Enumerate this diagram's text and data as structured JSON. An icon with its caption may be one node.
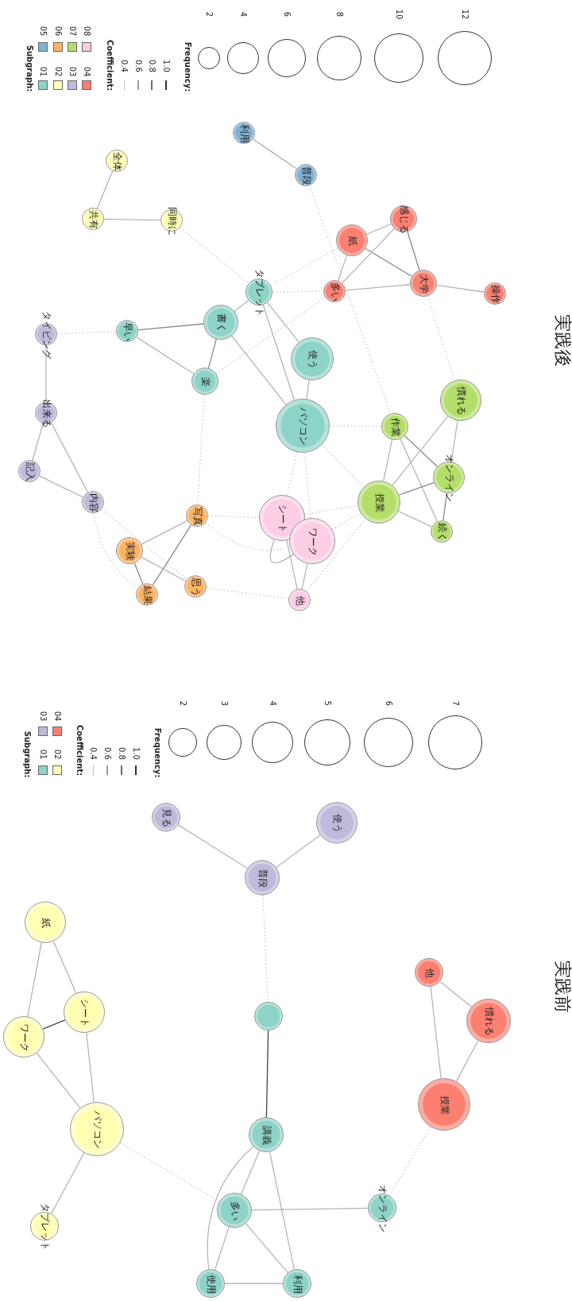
{
  "diagram": {
    "nodes": [
      {
        "text": [
          "利用"
        ]
      },
      {
        "text": [
          "普段"
        ]
      },
      {
        "text": [
          "全体"
        ]
      },
      {
        "text": [
          "共有"
        ]
      },
      {
        "text": [
          "同時に"
        ]
      },
      {
        "text": [
          "紙"
        ]
      },
      {
        "text": [
          "感じる"
        ]
      },
      {
        "text": [
          "多い"
        ]
      },
      {
        "text": [
          "大学"
        ]
      },
      {
        "text": [
          "操作"
        ]
      },
      {
        "text": [
          "タブレット"
        ]
      },
      {
        "text": [
          "書く"
        ]
      },
      {
        "text": [
          "早い"
        ]
      },
      {
        "text": [
          "タイピング"
        ]
      },
      {
        "text": [
          "楽"
        ]
      },
      {
        "text": [
          "使う"
        ]
      },
      {
        "text": [
          "パソコン"
        ]
      },
      {
        "text": [
          "出来る"
        ]
      },
      {
        "text": [
          "記入"
        ]
      },
      {
        "text": [
          "内容"
        ]
      },
      {
        "text": [
          "写真"
        ]
      },
      {
        "text": [
          "実験"
        ]
      },
      {
        "text": [
          "結果"
        ]
      },
      {
        "text": [
          "思う"
        ]
      },
      {
        "text": [
          "シート"
        ]
      },
      {
        "text": [
          "ワーク"
        ]
      },
      {
        "text": [
          "他"
        ]
      },
      {
        "text": [
          "作業"
        ]
      },
      {
        "text": [
          "慣れる"
        ]
      },
      {
        "text": [
          "授業"
        ]
      },
      {
        "text": [
          "オンライン"
        ]
      },
      {
        "text": [
          "続く"
        ]
      },
      {
        "text": [
          "見る"
        ]
      },
      {
        "text": [
          "使う"
        ]
      },
      {
        "text": [
          "普段"
        ]
      },
      {
        "text": [
          "紙"
        ]
      },
      {
        "text": [
          "シート"
        ]
      },
      {
        "text": [
          "ワーク"
        ]
      },
      {
        "text": [
          "パソコン"
        ]
      },
      {
        "text": [
          "タブレット"
        ]
      },
      {
        "text": [],
        "shape": "circle"
      },
      {
        "text": [
          "講義"
        ]
      },
      {
        "text": [
          "多い"
        ]
      },
      {
        "text": [
          "オンライン"
        ]
      },
      {
        "text": [
          "使用"
        ]
      },
      {
        "text": [
          "利用"
        ]
      },
      {
        "text": [
          "他"
        ]
      },
      {
        "text": [
          "慣れる"
        ]
      },
      {
        "text": [
          "授業"
        ]
      }
    ],
    "edges": [
      {
        "from": 0,
        "to": 1,
        "arrow": "none"
      },
      {
        "from": 2,
        "to": 3,
        "arrow": "none"
      },
      {
        "from": 3,
        "to": 4,
        "arrow": "none"
      },
      {
        "from": 5,
        "to": 6,
        "arrow": "none"
      },
      {
        "from": 5,
        "to": 7,
        "arrow": "none"
      },
      {
        "from": 5,
        "to": 8,
        "arrow": "none",
        "color": "#8a8a8a"
      },
      {
        "from": 6,
        "to": 7,
        "arrow": "none"
      },
      {
        "from": 6,
        "to": 8,
        "arrow": "none",
        "color": "#8a8a8a"
      },
      {
        "from": 7,
        "to": 8,
        "arrow": "none"
      },
      {
        "from": 8,
        "to": 9,
        "arrow": "none"
      },
      {
        "from": 10,
        "to": 11,
        "arrow": "none"
      },
      {
        "from": 11,
        "to": 12,
        "arrow": "none",
        "color": "#8a8a8a"
      },
      {
        "from": 11,
        "to": 14,
        "arrow": "none",
        "color": "#8a8a8a"
      },
      {
        "from": 12,
        "to": 14,
        "arrow": "none"
      },
      {
        "from": 11,
        "to": 16,
        "arrow": "none"
      },
      {
        "from": 10,
        "to": 16,
        "arrow": "none"
      },
      {
        "from": 10,
        "to": 15,
        "arrow": "none"
      },
      {
        "from": 15,
        "to": 16,
        "arrow": "none"
      },
      {
        "from": 13,
        "to": 17,
        "arrow": "none"
      },
      {
        "from": 17,
        "to": 18,
        "arrow": "none"
      },
      {
        "from": 17,
        "to": 19,
        "arrow": "none"
      },
      {
        "from": 18,
        "to": 19,
        "arrow": "none"
      },
      {
        "from": 20,
        "to": 21,
        "arrow": "none"
      },
      {
        "from": 20,
        "to": 22,
        "arrow": "none",
        "color": "#8a8a8a"
      },
      {
        "from": 21,
        "to": 22,
        "arrow": "none",
        "color": "#8a8a8a"
      },
      {
        "from": 21,
        "to": 23,
        "arrow": "none"
      },
      {
        "from": 24,
        "to": 26,
        "arrow": "none"
      },
      {
        "from": 25,
        "to": 26,
        "arrow": "none"
      },
      {
        "from": 24,
        "to": 25,
        "arrow": "none"
      },
      {
        "from": 27,
        "to": 29,
        "arrow": "none"
      },
      {
        "from": 27,
        "to": 30,
        "arrow": "none",
        "color": "#8a8a8a"
      },
      {
        "from": 27,
        "to": 31,
        "arrow": "none"
      },
      {
        "from": 29,
        "to": 30,
        "arrow": "none",
        "color": "#8a8a8a"
      },
      {
        "from": 29,
        "to": 28,
        "arrow": "none"
      },
      {
        "from": 29,
        "to": 31,
        "arrow": "none"
      },
      {
        "from": 30,
        "to": 31,
        "arrow": "none",
        "color": "#8a8a8a"
      },
      {
        "from": 30,
        "to": 28,
        "arrow": "none"
      },
      {
        "from": 4,
        "to": 10,
        "arrow": "none",
        "style": "dashed"
      },
      {
        "from": 10,
        "to": 7,
        "arrow": "none",
        "style": "dashed"
      },
      {
        "from": 10,
        "to": 5,
        "arrow": "none",
        "style": "dashed"
      },
      {
        "from": 14,
        "to": 7,
        "arrow": "none",
        "style": "dashed"
      },
      {
        "from": 1,
        "to": 27,
        "arrow": "none",
        "style": "dashed"
      },
      {
        "from": 8,
        "to": 28,
        "arrow": "none",
        "style": "dashed"
      },
      {
        "from": 13,
        "to": 12,
        "arrow": "none",
        "style": "dashed"
      },
      {
        "from": 14,
        "to": 20,
        "arrow": "none",
        "style": "dashed"
      },
      {
        "from": 16,
        "to": 27,
        "arrow": "none",
        "style": "dashed"
      },
      {
        "from": 16,
        "to": 24,
        "arrow": "none",
        "style": "dashed"
      },
      {
        "from": 16,
        "to": 25,
        "arrow": "none",
        "style": "dashed"
      },
      {
        "from": 16,
        "to": 29,
        "arrow": "none",
        "style": "dashed"
      },
      {
        "from": 20,
        "to": 24,
        "arrow": "none",
        "style": "dashed"
      },
      {
        "from": 20,
        "to": 25,
        "arrow": "none",
        "style": "dashed"
      },
      {
        "from": 19,
        "to": 23,
        "arrow": "none",
        "style": "dashed"
      },
      {
        "from": 19,
        "to": 22,
        "arrow": "none",
        "style": "dashed"
      },
      {
        "from": 23,
        "to": 26,
        "arrow": "none",
        "style": "dashed"
      },
      {
        "from": 24,
        "to": 29,
        "arrow": "none",
        "style": "dashed"
      },
      {
        "from": 25,
        "to": 29,
        "arrow": "none",
        "style": "dashed"
      },
      {
        "from": 26,
        "to": 29,
        "arrow": "none",
        "style": "dashed"
      },
      {
        "from": 32,
        "to": 34,
        "arrow": "none"
      },
      {
        "from": 33,
        "to": 34,
        "arrow": "none"
      },
      {
        "from": 34,
        "to": 40,
        "arrow": "none",
        "style": "dashed"
      },
      {
        "from": 35,
        "to": 36,
        "arrow": "none"
      },
      {
        "from": 35,
        "to": 37,
        "arrow": "none"
      },
      {
        "from": 37,
        "to": 36,
        "arrow": "none",
        "color": "#444444"
      },
      {
        "from": 37,
        "to": 38,
        "arrow": "none"
      },
      {
        "from": 36,
        "to": 38,
        "arrow": "none"
      },
      {
        "from": 38,
        "to": 39,
        "arrow": "none"
      },
      {
        "from": 38,
        "to": 42,
        "arrow": "none",
        "style": "dashed"
      },
      {
        "from": 40,
        "to": 41,
        "arrow": "none",
        "color": "#444444"
      },
      {
        "from": 41,
        "to": 42,
        "arrow": "none"
      },
      {
        "from": 41,
        "to": 44,
        "arrow": "none"
      },
      {
        "from": 41,
        "to": 45,
        "arrow": "none"
      },
      {
        "from": 42,
        "to": 44,
        "arrow": "none"
      },
      {
        "from": 42,
        "to": 45,
        "arrow": "none"
      },
      {
        "from": 42,
        "to": 43,
        "arrow": "none"
      },
      {
        "from": 44,
        "to": 45,
        "arrow": "none"
      },
      {
        "from": 43,
        "to": 48,
        "arrow": "none",
        "style": "dashed"
      },
      {
        "from": 46,
        "to": 48,
        "arrow": "none"
      },
      {
        "from": 46,
        "to": 47,
        "arrow": "none"
      },
      {
        "from": 47,
        "to": 48,
        "arrow": "none"
      }
    ],
    "labels": [
      "Subgraph:",
      "Coefficient:",
      "Frequency:",
      "実践後",
      "Subgraph:",
      "Coefficient:",
      "Frequency:",
      "実践前"
    ],
    "legend": [
      {
        "text": "01",
        "color": "#8dd3c7"
      },
      {
        "text": "02",
        "color": "#ffffb3"
      },
      {
        "text": "03",
        "color": "#bebada"
      },
      {
        "text": "04",
        "color": "#fb8072"
      },
      {
        "text": "05",
        "color": "#80b1d3"
      },
      {
        "text": "06",
        "color": "#fdb462"
      },
      {
        "text": "07",
        "color": "#b3de69"
      },
      {
        "text": "08",
        "color": "#fccde5"
      },
      {
        "text": "0.4"
      },
      {
        "text": "0.6"
      },
      {
        "text": "0.8"
      },
      {
        "text": "1.0"
      },
      {
        "text": "2"
      },
      {
        "text": "4"
      },
      {
        "text": "6"
      },
      {
        "text": "8"
      },
      {
        "text": "10"
      },
      {
        "text": "12"
      },
      {
        "text": "01",
        "color": "#8dd3c7"
      },
      {
        "text": "02",
        "color": "#ffffb3"
      },
      {
        "text": "03",
        "color": "#bebada"
      },
      {
        "text": "04",
        "color": "#fb8072"
      },
      {
        "text": "0.4"
      },
      {
        "text": "0.6"
      },
      {
        "text": "0.8"
      },
      {
        "text": "1.0"
      },
      {
        "text": "2"
      },
      {
        "text": "3"
      },
      {
        "text": "4"
      },
      {
        "text": "5"
      },
      {
        "text": "6"
      },
      {
        "text": "7"
      }
    ]
  }
}
